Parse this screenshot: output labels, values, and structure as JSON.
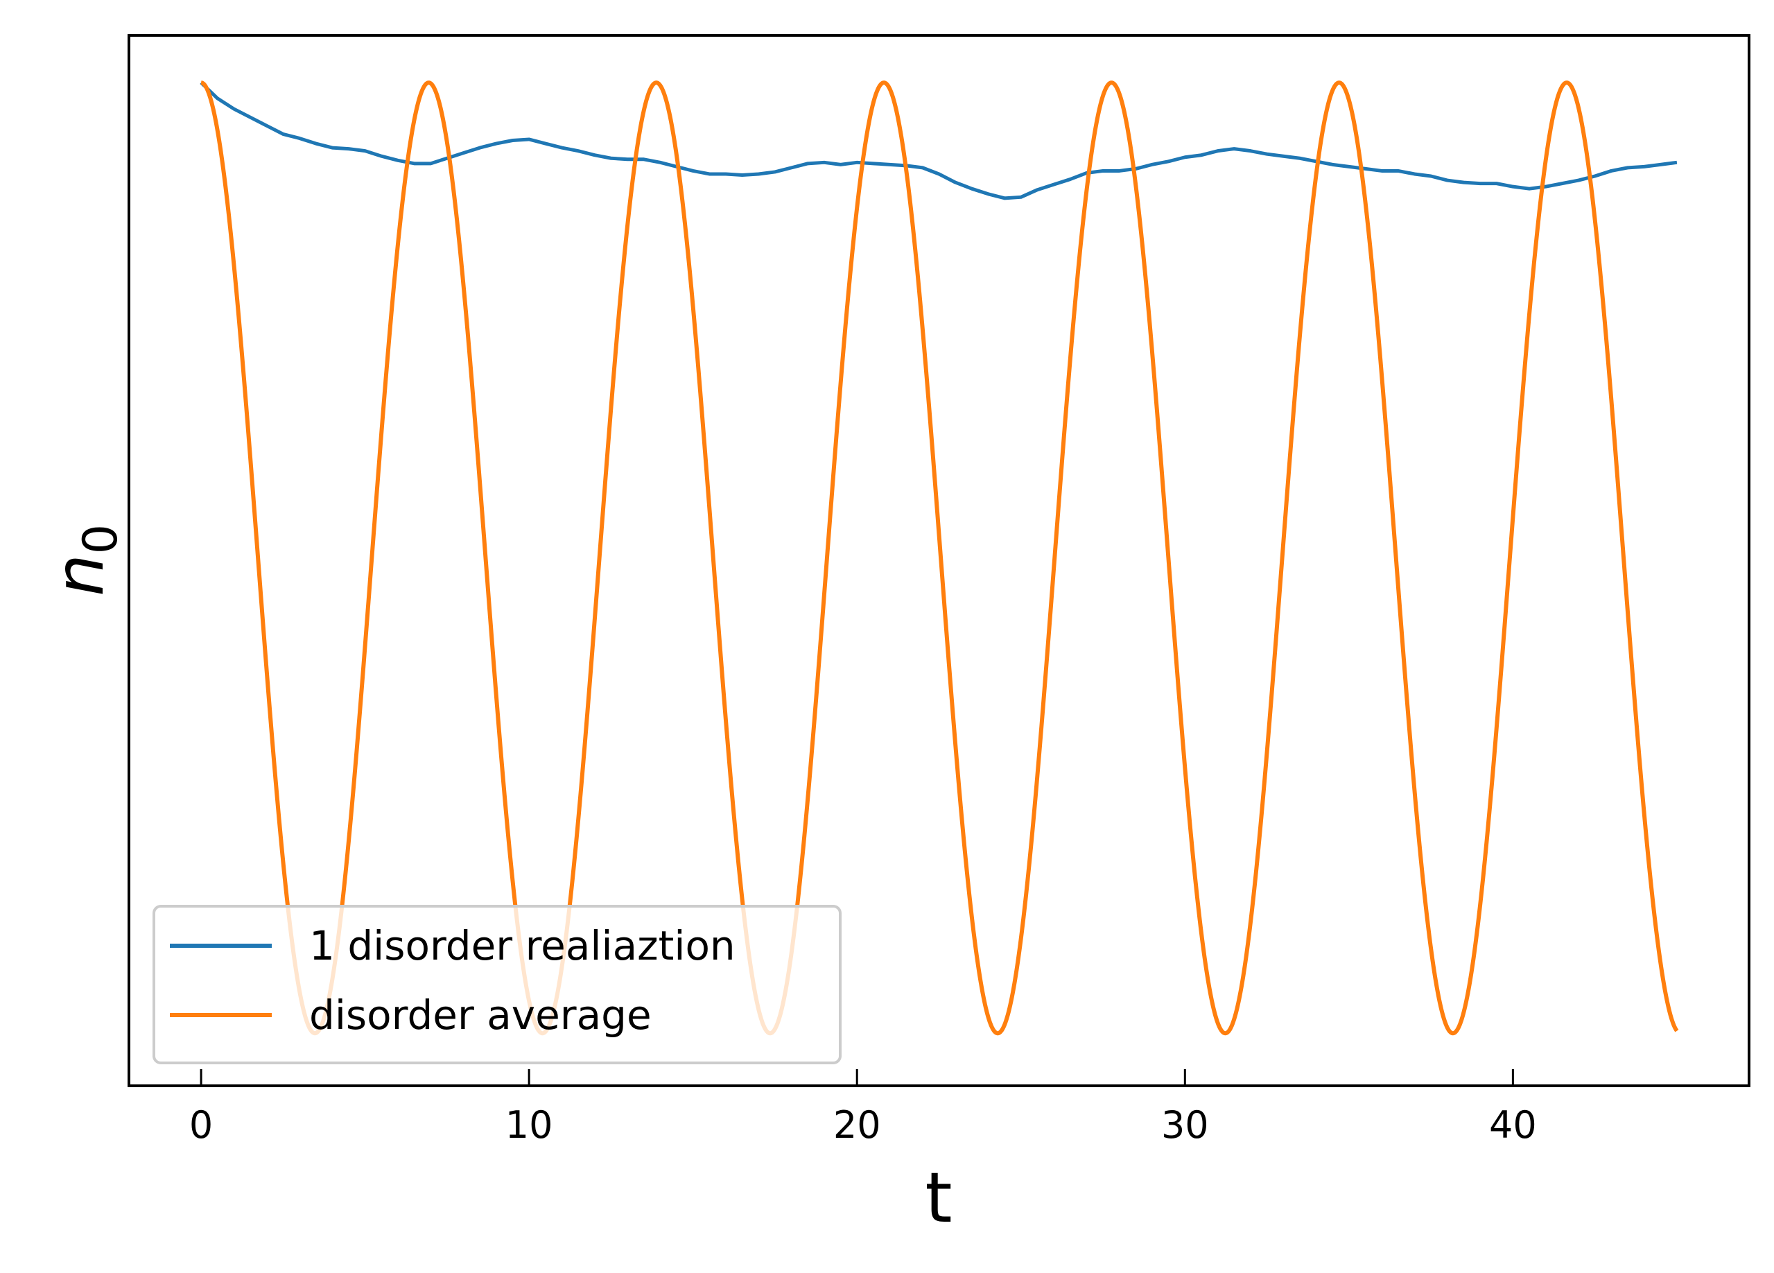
{
  "chart_data": {
    "type": "line",
    "xlabel": "t",
    "ylabel_base": "n",
    "ylabel_sub": "0",
    "xlim": [
      -2.2,
      47.2
    ],
    "ylim": [
      0.0,
      1.0
    ],
    "yticks_shown": false,
    "xticks": [
      0,
      10,
      20,
      30,
      40
    ],
    "xtick_labels": [
      "0",
      "10",
      "20",
      "30",
      "40"
    ],
    "grid": false,
    "legend": {
      "placement": "lower-left"
    },
    "colors": {
      "series1": "#1f77b4",
      "series2": "#ff7f0e"
    },
    "series": [
      {
        "name": "1 disorder realiaztion",
        "color": "#1f77b4",
        "x": [
          0,
          0.5,
          1,
          1.5,
          2,
          2.5,
          3,
          3.5,
          4,
          4.5,
          5,
          5.5,
          6,
          6.5,
          7,
          7.5,
          8,
          8.5,
          9,
          9.5,
          10,
          10.5,
          11,
          11.5,
          12,
          12.5,
          13,
          13.5,
          14,
          14.5,
          15,
          15.5,
          16,
          16.5,
          17,
          17.5,
          18,
          18.5,
          19,
          19.5,
          20,
          20.5,
          21,
          21.5,
          22,
          22.5,
          23,
          23.5,
          24,
          24.5,
          25,
          25.5,
          26,
          26.5,
          27,
          27.5,
          28,
          28.5,
          29,
          29.5,
          30,
          30.5,
          31,
          31.5,
          32,
          32.5,
          33,
          33.5,
          34,
          34.5,
          35,
          35.5,
          36,
          36.5,
          37,
          37.5,
          38,
          38.5,
          39,
          39.5,
          40,
          40.5,
          41,
          41.5,
          42,
          42.5,
          43,
          43.5,
          44,
          44.5,
          45
        ],
        "y": [
          0.955,
          0.94,
          0.93,
          0.922,
          0.914,
          0.906,
          0.902,
          0.897,
          0.893,
          0.892,
          0.89,
          0.885,
          0.881,
          0.878,
          0.878,
          0.883,
          0.888,
          0.893,
          0.897,
          0.9,
          0.901,
          0.897,
          0.893,
          0.89,
          0.886,
          0.883,
          0.882,
          0.882,
          0.879,
          0.875,
          0.871,
          0.868,
          0.868,
          0.867,
          0.868,
          0.87,
          0.874,
          0.878,
          0.879,
          0.877,
          0.879,
          0.878,
          0.877,
          0.876,
          0.874,
          0.868,
          0.86,
          0.854,
          0.849,
          0.845,
          0.846,
          0.853,
          0.858,
          0.863,
          0.869,
          0.871,
          0.871,
          0.873,
          0.877,
          0.88,
          0.884,
          0.886,
          0.89,
          0.892,
          0.89,
          0.887,
          0.885,
          0.883,
          0.88,
          0.877,
          0.875,
          0.873,
          0.871,
          0.871,
          0.868,
          0.866,
          0.862,
          0.86,
          0.859,
          0.859,
          0.856,
          0.854,
          0.856,
          0.859,
          0.862,
          0.866,
          0.871,
          0.874,
          0.875,
          0.877,
          0.879
        ]
      },
      {
        "name": "disorder average",
        "color": "#ff7f0e",
        "function": "0.5 + 0.5*cos(2*pi*t/6.94)",
        "period": 6.94,
        "y_min": 0.05,
        "y_max": 0.955,
        "x_range": [
          0,
          45
        ],
        "peaks_x": [
          0,
          6.94,
          13.88,
          20.82,
          27.76,
          34.7,
          41.64
        ],
        "troughs_x": [
          3.47,
          10.41,
          17.35,
          24.29,
          31.23,
          38.17
        ]
      }
    ]
  }
}
